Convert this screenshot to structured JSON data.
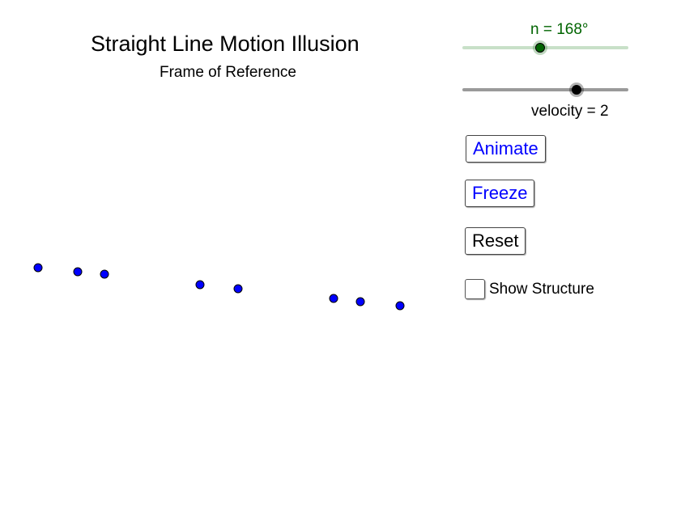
{
  "header": {
    "title": "Straight Line Motion Illusion",
    "subtitle": "Frame of Reference"
  },
  "controls": {
    "n_slider": {
      "label": "n = 168°",
      "value": 168,
      "level": 0.467,
      "color": "#006400"
    },
    "velocity_slider": {
      "label": "velocity = 2",
      "value": 2,
      "level": 0.69,
      "color": "#000000"
    },
    "buttons": {
      "animate": "Animate",
      "freeze": "Freeze",
      "reset": "Reset"
    },
    "show_structure": {
      "label": "Show Structure",
      "checked": false
    }
  },
  "points": {
    "count": 8,
    "color": "#0000ff"
  }
}
